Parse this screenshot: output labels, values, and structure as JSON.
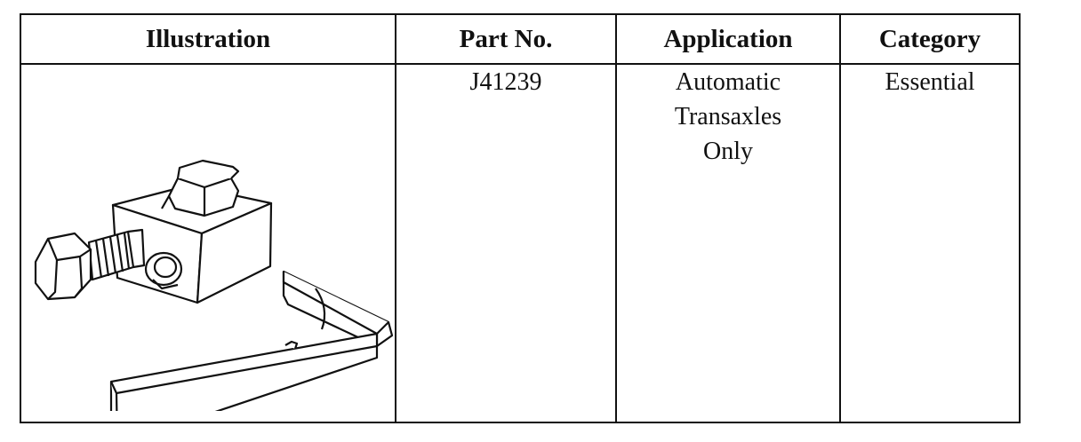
{
  "table": {
    "headers": {
      "illustration": "Illustration",
      "part_no": "Part No.",
      "application": "Application",
      "category": "Category"
    },
    "rows": [
      {
        "illustration_icon": "transaxle-tool-drawing",
        "part_no": "J41239",
        "application": "Automatic\nTransaxles\nOnly",
        "category": "Essential"
      }
    ]
  }
}
